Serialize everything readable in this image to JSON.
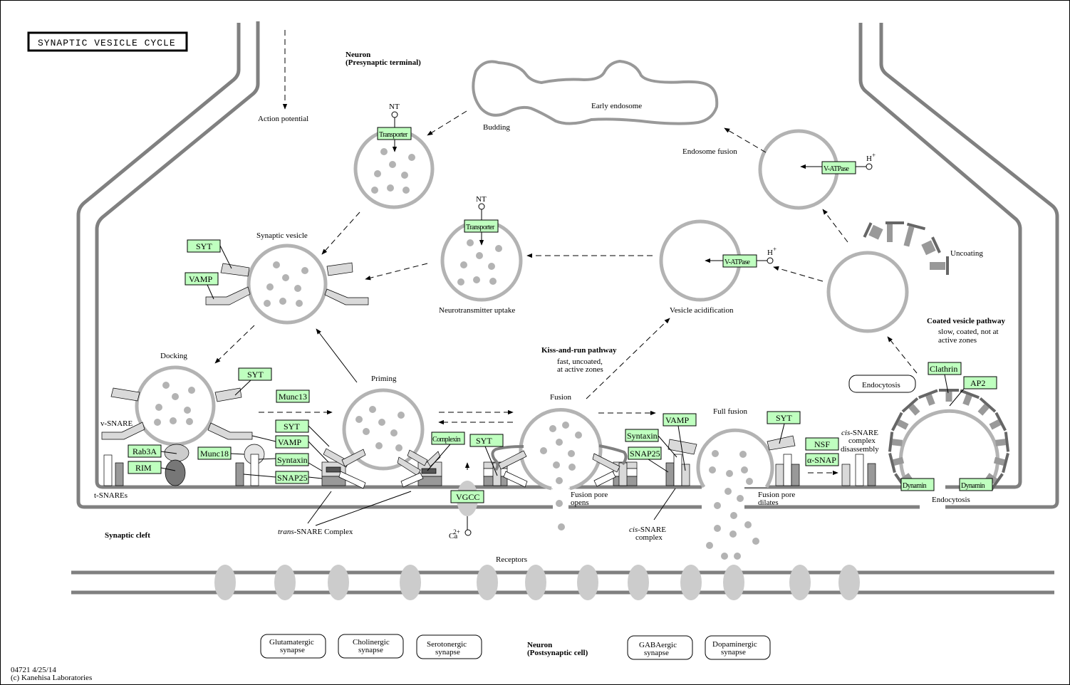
{
  "title": "SYNAPTIC VESICLE CYCLE",
  "compartments": {
    "presynaptic": [
      "Neuron",
      "(Presynaptic terminal)"
    ],
    "cleft": "Synaptic cleft",
    "postsynaptic": [
      "Neuron",
      "(Postsynaptic cell)"
    ]
  },
  "labels": {
    "action_potential": "Action potential",
    "budding": "Budding",
    "early_endosome": "Early endosome",
    "endosome_fusion": "Endosome fusion",
    "synaptic_vesicle": "Synaptic vesicle",
    "neurotransmitter_uptake": "Neurotransmitter uptake",
    "vesicle_acidification": "Vesicle acidification",
    "uncoating": "Uncoating",
    "docking": "Docking",
    "priming": "Priming",
    "fusion": "Fusion",
    "full_fusion": "Full fusion",
    "v_snare": "v-SNARE",
    "t_snares": "t-SNAREs",
    "trans_snare_italic": "trans",
    "trans_snare_rest": "-SNARE Complex",
    "cis_snare_italic": "cis",
    "cis_snare_rest": "-SNARE",
    "cis_snare_line2": "complex",
    "cis_dis_italic": "cis",
    "cis_dis_rest": "-SNARE",
    "cis_dis_line2": "complex",
    "cis_dis_line3": "disassembly",
    "fusion_pore_opens": [
      "Fusion pore",
      "opens"
    ],
    "fusion_pore_dilates": [
      "Fusion pore",
      "dilates"
    ],
    "receptors": "Receptors",
    "endocytosis_bottom": "Endocytosis",
    "nt": "NT",
    "h_plus": "H",
    "plus": "+",
    "ca": "Ca",
    "ca_charge": "2+"
  },
  "pathways": {
    "kiss_and_run": {
      "title": "Kiss-and-run pathway",
      "desc": [
        "fast, uncoated,",
        "at active zones"
      ]
    },
    "coated": {
      "title": "Coated vesicle pathway",
      "desc": [
        "slow, coated, not at",
        "active zones"
      ]
    }
  },
  "genes": {
    "transporter_1": "Transporter",
    "transporter_2": "Transporter",
    "vatpase_1": "V-ATPase",
    "vatpase_2": "V-ATPase",
    "syt_vesicle": "SYT",
    "vamp_vesicle": "VAMP",
    "syt_docking": "SYT",
    "munc13": "Munc13",
    "syt_priming": "SYT",
    "vamp_priming": "VAMP",
    "syntaxin_priming": "Syntaxin",
    "snap25_priming": "SNAP25",
    "munc18": "Munc18",
    "rab3a": "Rab3A",
    "rim": "RIM",
    "complexin": "Complexin",
    "syt_fusion": "SYT",
    "vgcc": "VGCC",
    "syntaxin_cis": "Syntaxin",
    "snap25_cis": "SNAP25",
    "vamp_cis": "VAMP",
    "syt_full": "SYT",
    "nsf": "NSF",
    "alpha_snap": "α-SNAP",
    "clathrin": "Clathrin",
    "ap2": "AP2",
    "dynamin_1": "Dynamin",
    "dynamin_2": "Dynamin"
  },
  "links": {
    "endocytosis": "Endocytosis",
    "glutamatergic": [
      "Glutamatergic",
      "synapse"
    ],
    "cholinergic": [
      "Cholinergic",
      "synapse"
    ],
    "serotonergic": [
      "Serotonergic",
      "synapse"
    ],
    "gabaergic": [
      "GABAergic",
      "synapse"
    ],
    "dopaminergic": [
      "Dopaminergic",
      "synapse"
    ]
  },
  "footer": {
    "id_date": "04721 4/25/14",
    "copyright": "(c) Kanehisa Laboratories"
  },
  "colors": {
    "gene_fill": "#bfffbf",
    "membrane": "#808080",
    "vesicle": "#b3b3b3",
    "receptor": "#cccccc"
  }
}
